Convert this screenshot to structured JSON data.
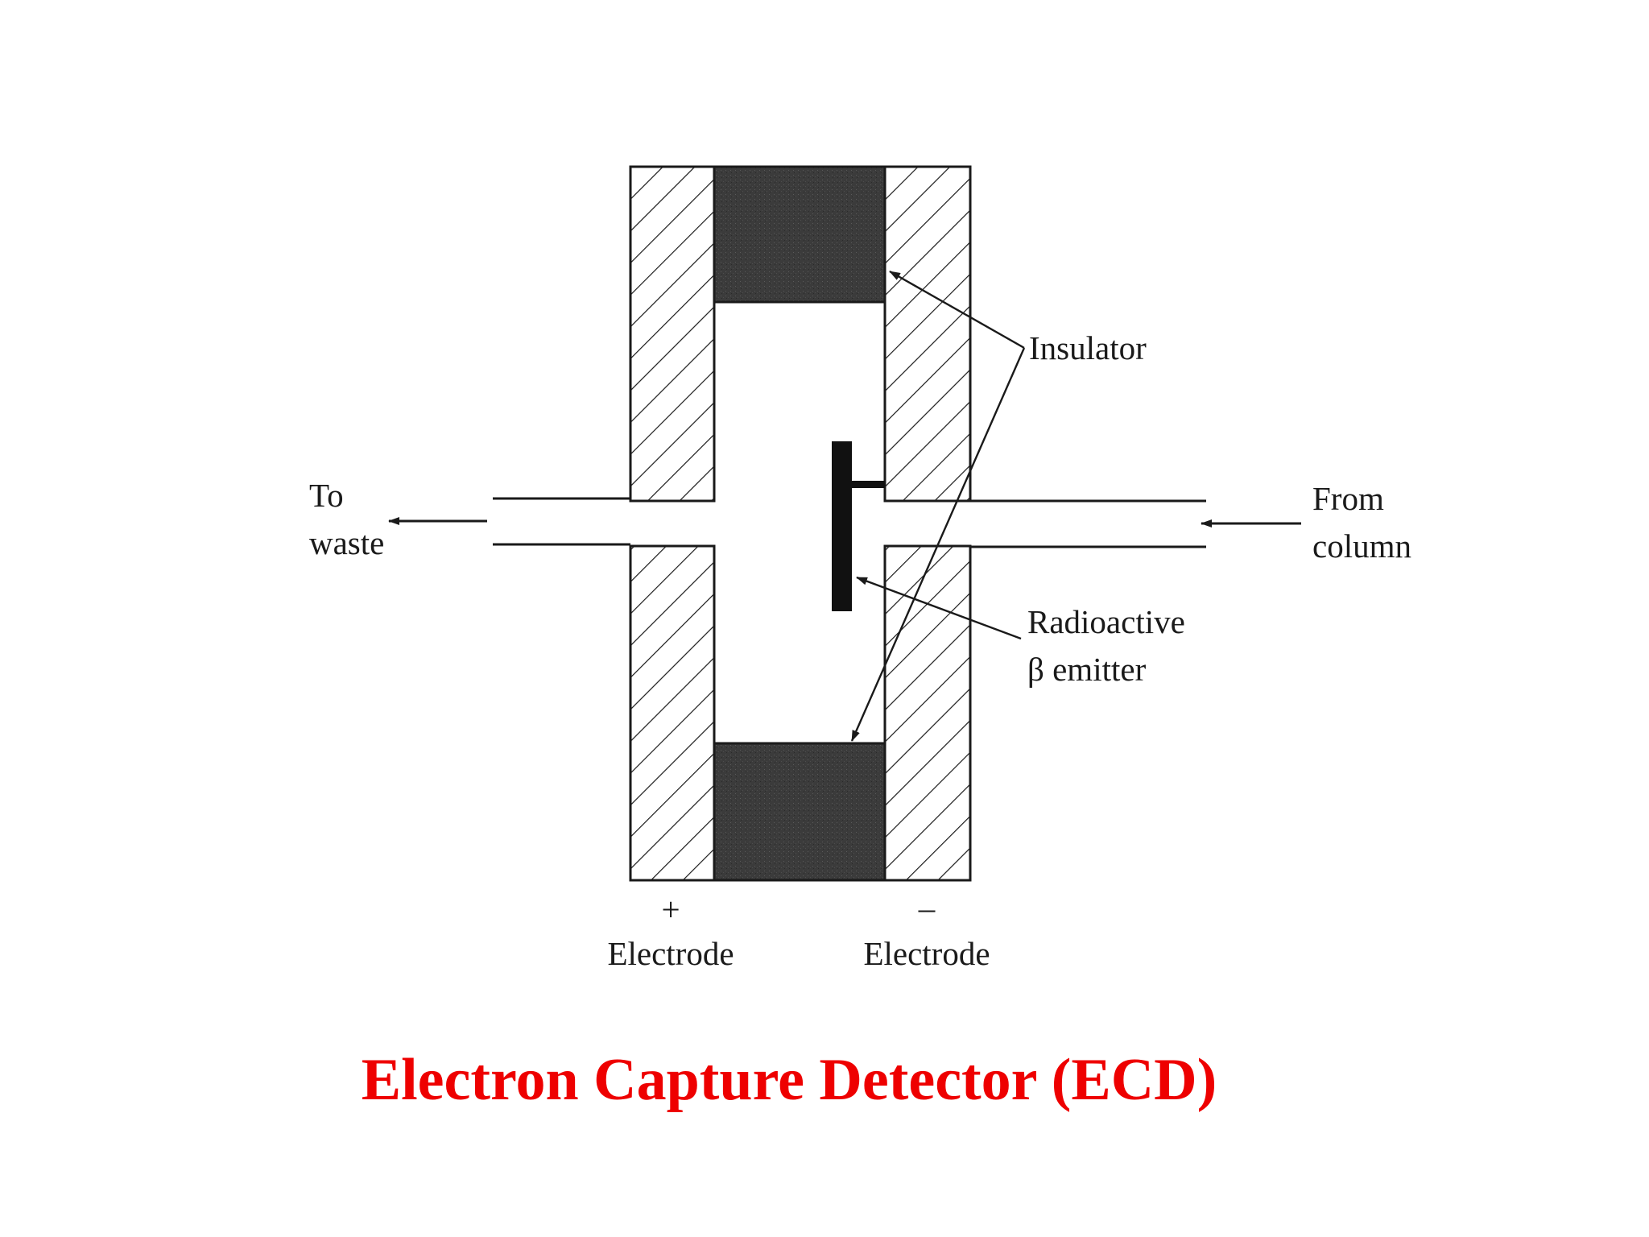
{
  "diagram": {
    "labels": {
      "insulator": "Insulator",
      "to_waste_line1": "To",
      "to_waste_line2": "waste",
      "from_column_line1": "From",
      "from_column_line2": "column",
      "emitter_line1": "Radioactive",
      "emitter_line2": "β emitter",
      "plus_sign": "+",
      "minus_sign": "–",
      "electrode_left": "Electrode",
      "electrode_right": "Electrode"
    },
    "colors": {
      "line": "#1a1a1a",
      "insulator_fill": "#3c3c3c"
    }
  },
  "caption": {
    "title": "Electron Capture Detector (ECD)",
    "color": "#ee0000"
  }
}
